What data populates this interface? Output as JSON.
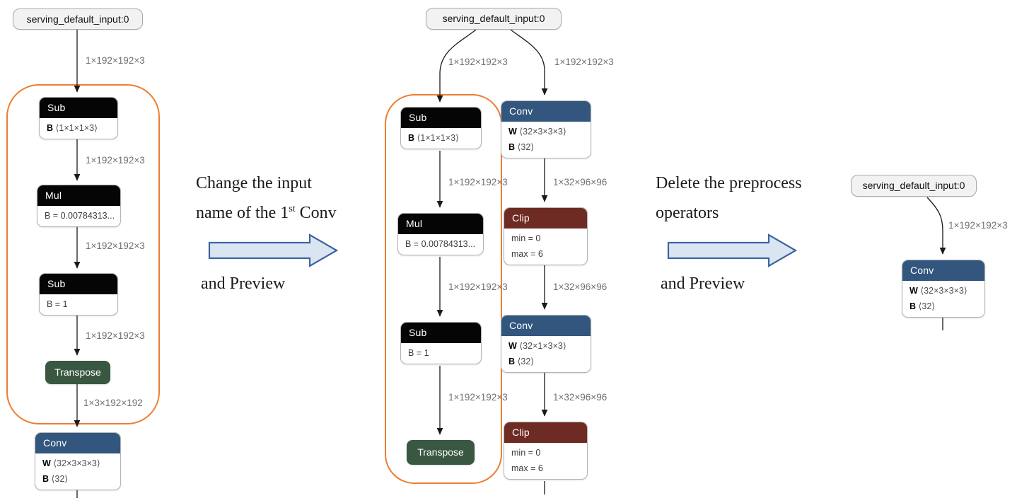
{
  "colors": {
    "conv": "#33567e",
    "clip": "#6e2b23",
    "transpose": "#3a5741",
    "header_black": "#050505",
    "orange": "#ed7d31",
    "arrow_fill": "#dbe5f2",
    "arrow_border": "#3c64a0",
    "edge": "#1a1a1a",
    "edge_label": "#6f6f6f",
    "node_border": "#b4b4b4",
    "input_bg": "#f2f2f2",
    "input_border": "#a9a9a9",
    "text": "#1b1b1b"
  },
  "annotations": {
    "left": {
      "line1": "Change the input",
      "line2_pre": "name of the 1",
      "line2_sup": "st",
      "line2_post": " Conv",
      "line3": "and Preview"
    },
    "right": {
      "line1": "Delete the preprocess",
      "line2": "operators",
      "line3": "and Preview"
    }
  },
  "graphs": {
    "left": {
      "input_label": "serving_default_input:0",
      "edges": {
        "e0": "1×192×192×3",
        "e1": "1×192×192×3",
        "e2": "1×192×192×3",
        "e3": "1×192×192×3",
        "e4": "1×3×192×192"
      },
      "sub1": {
        "title": "Sub",
        "param": "B",
        "value": "⟨1×1×1×3⟩"
      },
      "mul": {
        "title": "Mul",
        "body": "B = 0.00784313..."
      },
      "sub2": {
        "title": "Sub",
        "body": "B = 1"
      },
      "transpose": {
        "title": "Transpose"
      },
      "conv": {
        "title": "Conv",
        "w_name": "W",
        "w_value": "⟨32×3×3×3⟩",
        "b_name": "B",
        "b_value": "⟨32⟩"
      }
    },
    "middle": {
      "input_label": "serving_default_input:0",
      "edges": {
        "branch_left": "1×192×192×3",
        "branch_right": "1×192×192×3",
        "e1": "1×192×192×3",
        "e2": "1×192×192×3",
        "e3": "1×192×192×3",
        "c1": "1×32×96×96",
        "c2": "1×32×96×96",
        "c3": "1×32×96×96"
      },
      "sub1": {
        "title": "Sub",
        "param": "B",
        "value": "⟨1×1×1×3⟩"
      },
      "mul": {
        "title": "Mul",
        "body": "B = 0.00784313..."
      },
      "sub2": {
        "title": "Sub",
        "body": "B = 1"
      },
      "transpose": {
        "title": "Transpose"
      },
      "conv1": {
        "title": "Conv",
        "w_name": "W",
        "w_value": "⟨32×3×3×3⟩",
        "b_name": "B",
        "b_value": "⟨32⟩"
      },
      "clip1": {
        "title": "Clip",
        "line1": "min = 0",
        "line2": "max = 6"
      },
      "conv2": {
        "title": "Conv",
        "w_name": "W",
        "w_value": "⟨32×1×3×3⟩",
        "b_name": "B",
        "b_value": "⟨32⟩"
      },
      "clip2": {
        "title": "Clip",
        "line1": "min = 0",
        "line2": "max = 6"
      }
    },
    "right": {
      "input_label": "serving_default_input:0",
      "edges": {
        "e0": "1×192×192×3"
      },
      "conv": {
        "title": "Conv",
        "w_name": "W",
        "w_value": "⟨32×3×3×3⟩",
        "b_name": "B",
        "b_value": "⟨32⟩"
      }
    }
  }
}
